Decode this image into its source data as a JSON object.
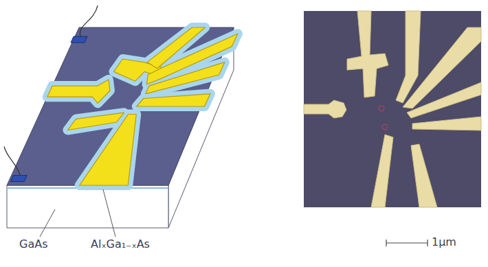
{
  "diagram": {
    "labels": [
      "GaAs",
      "AlₓGa₁₋ₓAs",
      "1μm"
    ]
  }
}
